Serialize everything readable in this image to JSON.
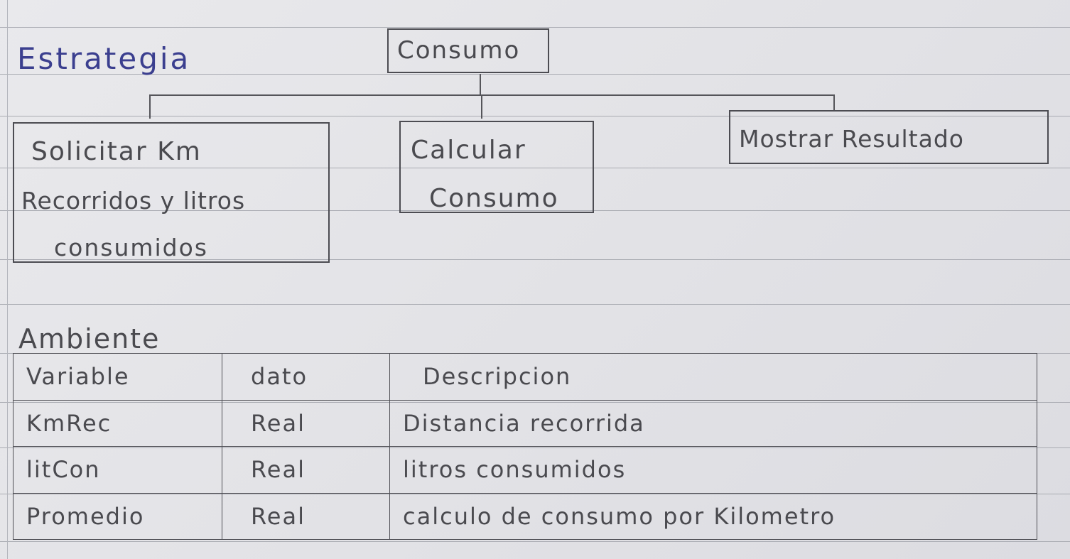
{
  "estrategia": {
    "heading": "Estrategia",
    "root": "Consumo",
    "children": [
      {
        "lines": [
          "Solicitar Km",
          "Recorridos y litros",
          "consumidos"
        ]
      },
      {
        "lines": [
          "Calcular",
          "Consumo"
        ]
      },
      {
        "lines": [
          "Mostrar Resultado"
        ]
      }
    ]
  },
  "ambiente": {
    "heading": "Ambiente",
    "columns": [
      "Variable",
      "dato",
      "Descripcion"
    ],
    "rows": [
      [
        "KmRec",
        "Real",
        "Distancia recorrida"
      ],
      [
        "litCon",
        "Real",
        "litros consumidos"
      ],
      [
        "Promedio",
        "Real",
        "calculo de consumo por Kilometro"
      ]
    ]
  }
}
